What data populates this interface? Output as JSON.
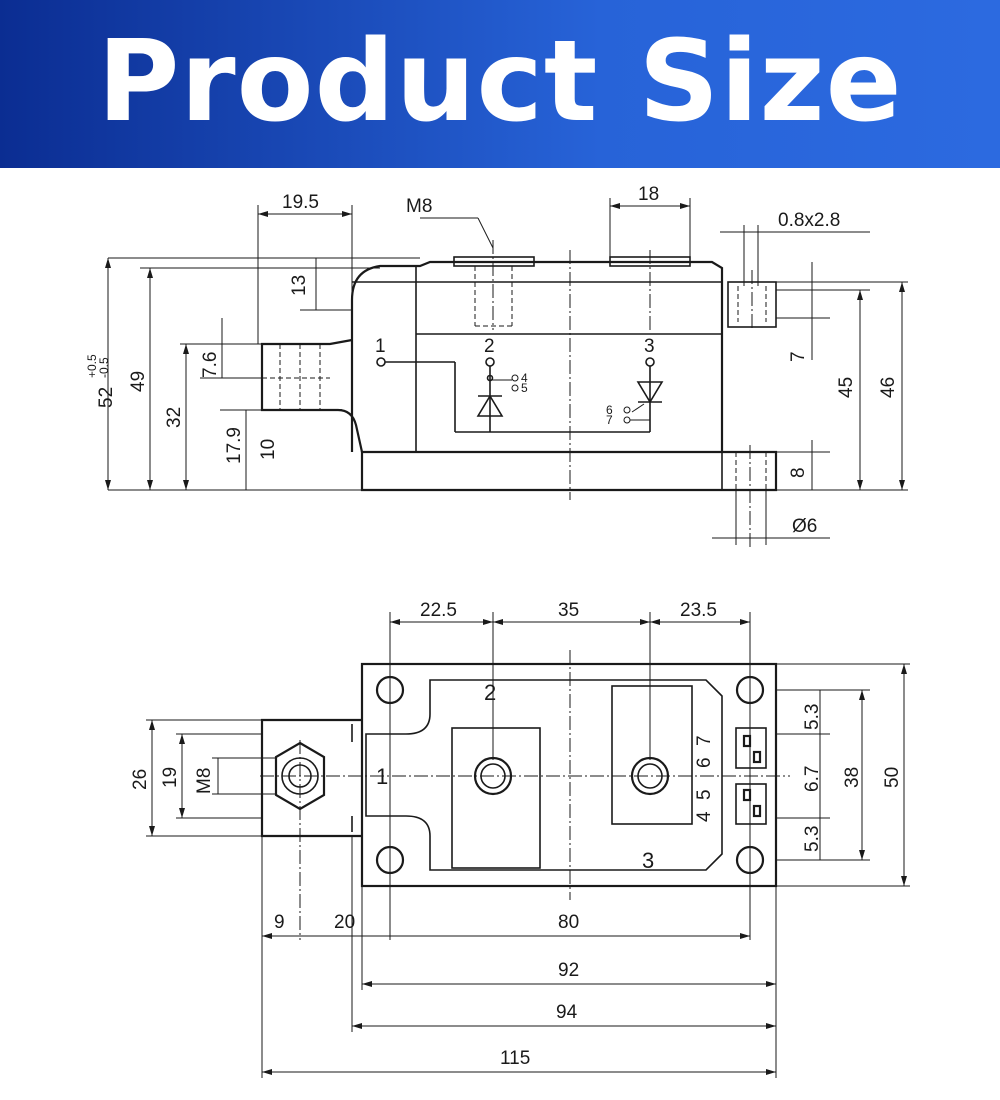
{
  "header": {
    "title": "Product Size"
  },
  "side_view": {
    "dims": {
      "d19_5": "19.5",
      "m8": "M8",
      "d18": "18",
      "d08x28": "0.8x2.8",
      "d13": "13",
      "d52_main": "52",
      "d52_tol_plus": "+0.5",
      "d52_tol_minus": "-0.5",
      "d49": "49",
      "d32": "32",
      "d7_6": "7.6",
      "d17_9": "17.9",
      "d10": "10",
      "d7": "7",
      "d45": "45",
      "d46": "46",
      "d8": "8",
      "d6": "Ø6"
    },
    "terminals": {
      "t1": "1",
      "t2": "2",
      "t3": "3",
      "t4": "4",
      "t5": "5",
      "t6": "6",
      "t7": "7"
    }
  },
  "top_view": {
    "dims": {
      "d22_5": "22.5",
      "d35": "35",
      "d23_5": "23.5",
      "d26": "26",
      "d19": "19",
      "m8": "M8",
      "d5_3a": "5.3",
      "d6_7": "6.7",
      "d5_3b": "5.3",
      "d38": "38",
      "d50": "50",
      "d9": "9",
      "d20": "20",
      "d80": "80",
      "d92": "92",
      "d94": "94",
      "d115": "115"
    },
    "terminals": {
      "t1": "1",
      "t2": "2",
      "t3": "3",
      "g4": "4",
      "g5": "5",
      "g6": "6",
      "g7": "7"
    }
  }
}
